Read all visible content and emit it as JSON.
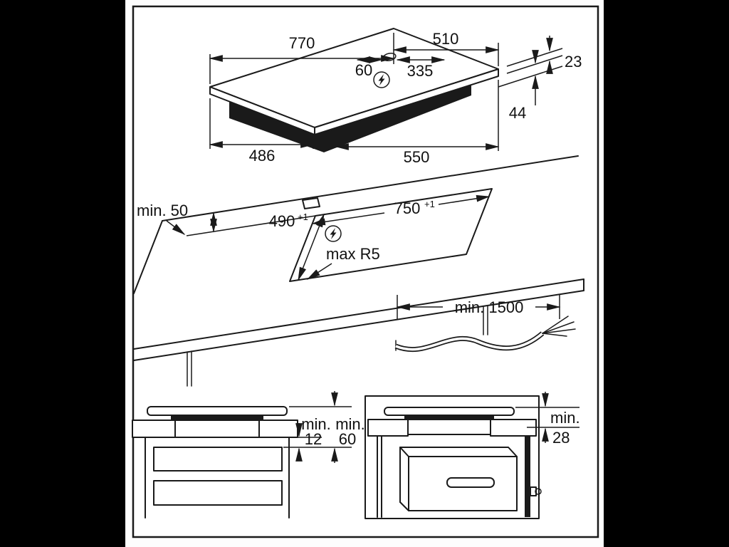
{
  "colors": {
    "line": "#1a1a1a",
    "background": "#000000",
    "paper": "#ffffff"
  },
  "icons": {
    "power_connection": "circled-lightning-bolt"
  },
  "top": {
    "w770": "770",
    "w510": "510",
    "d60": "60",
    "d335": "335",
    "t23": "23",
    "h44": "44",
    "w486": "486",
    "w550": "550"
  },
  "cutout": {
    "min50": "min. 50",
    "d490": "490",
    "d490_sup": "+1",
    "w750": "750",
    "w750_sup": "+1",
    "r5": "max R5"
  },
  "cable": {
    "len": "min. 1500"
  },
  "side": {
    "min1": "min.",
    "v1": "12",
    "min2": "min.",
    "v2": "60"
  },
  "oven": {
    "min": "min.",
    "v": "28"
  }
}
